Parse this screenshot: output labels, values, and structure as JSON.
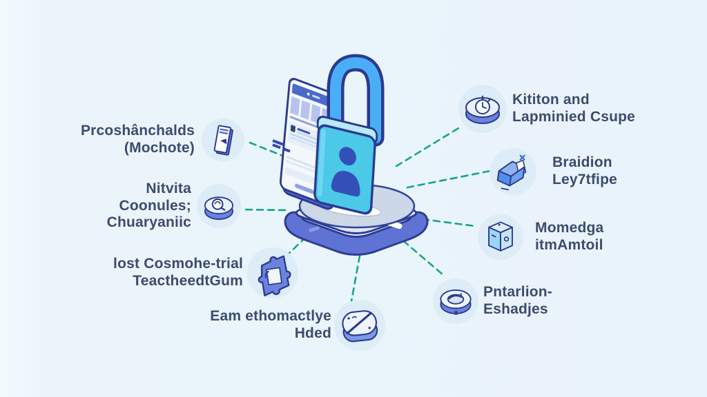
{
  "colors": {
    "background": "#ebf4fb",
    "text": "#3c4b6d",
    "connector_dash": "#19a193",
    "navy_outline": "#2b3a8f",
    "periwinkle": "#5e73d4",
    "lock_cyan": "#4cc8e9",
    "shackle_blue": "#49aef5",
    "icon_circle_bg": "#ddecf7",
    "platform_top": "#dde7f4",
    "pedestal_gray": "#ccd7e7"
  },
  "center": {
    "illustration": "smartphone-with-user-padlock-on-platform",
    "icons": [
      "smartphone-icon",
      "padlock-icon",
      "user-silhouette-icon",
      "platform-base-icon"
    ]
  },
  "callouts": [
    {
      "position": "top-left",
      "icon": "id-card-icon",
      "lines": [
        "Prcoshânchalds",
        "(Mochote)"
      ]
    },
    {
      "position": "mid-left",
      "icon": "search-token-icon",
      "lines": [
        "Nitvita",
        "Coonules;",
        "Chuaryaniic"
      ]
    },
    {
      "position": "bottom-left",
      "icon": "puzzle-piece-icon",
      "lines": [
        "lost Cosmohe-trial",
        "TeactheedtGum"
      ]
    },
    {
      "position": "bottom-center",
      "icon": "slashed-disc-icon",
      "lines": [
        "Eam ethomactlye",
        "Hded"
      ]
    },
    {
      "position": "top-right",
      "icon": "stopwatch-icon",
      "lines": [
        "Kititon and",
        "Lapminied Csupe"
      ]
    },
    {
      "position": "right-upper",
      "icon": "wallet-icon",
      "lines": [
        "Braidion",
        "Ley7tfipe"
      ]
    },
    {
      "position": "right-lower",
      "icon": "package-box-icon",
      "lines": [
        "Momedga",
        "itmAmtoil"
      ]
    },
    {
      "position": "bottom-right",
      "icon": "wheel-icon",
      "lines": [
        "Pntarlion-",
        "Eshadjes"
      ]
    }
  ]
}
